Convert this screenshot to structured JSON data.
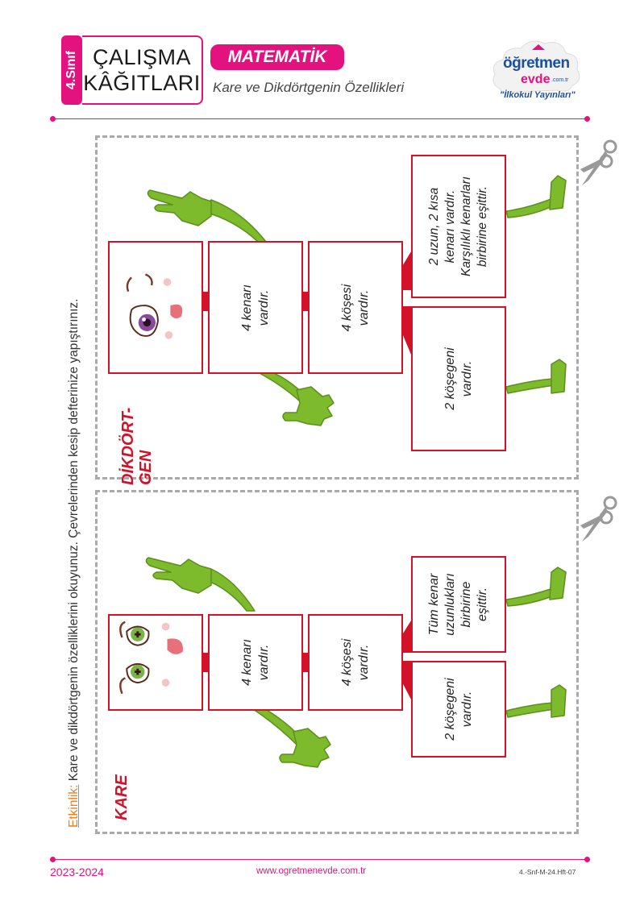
{
  "header": {
    "grade": "4.Sınıf",
    "title_line1": "ÇALIŞMA",
    "title_line2": "KÂĞITLARI",
    "subject": "MATEMATİK",
    "topic": "Kare ve Dikdörtgenin Özellikleri"
  },
  "logo": {
    "main": "öğretmen",
    "sub": "evde",
    "domain": ".com.tr",
    "tagline": "\"İlkokul Yayınları\""
  },
  "instruction": {
    "lead": "Etkinlik:",
    "text": " Kare ve dikdörtgenin özelliklerini okuyunuz. Çevrelerinden kesip defterinize yapıştırınız."
  },
  "rectangle": {
    "label_line1": "DİKDÖRT-",
    "label_line2": "GEN",
    "box1": [
      "4 kenarı",
      "vardır."
    ],
    "box2": [
      "4 köşesi",
      "vardır."
    ],
    "box3": [
      "2 uzun, 2 kısa",
      "kenarı vardır.",
      "Karşılıklı kenarları",
      "birbirine eşittir."
    ],
    "box4": [
      "2 köşegeni",
      "vardır."
    ]
  },
  "square": {
    "label": "KARE",
    "box1": [
      "4 kenarı",
      "vardır."
    ],
    "box2": [
      "4 köşesi",
      "vardır."
    ],
    "box3": [
      "Tüm kenar",
      "uzunlukları",
      "birbirine",
      "eşittir."
    ],
    "box4": [
      "2 köşegeni",
      "vardır."
    ]
  },
  "footer": {
    "year": "2023-2024",
    "url": "www.ogretmenevde.com.tr",
    "code": "4.-Snf-M-24.Hft-07"
  },
  "colors": {
    "brand_pink": "#e3127f",
    "box_red": "#d3122a",
    "limb_green": "#7dbb2c",
    "accent_orange": "#f07d1c"
  }
}
